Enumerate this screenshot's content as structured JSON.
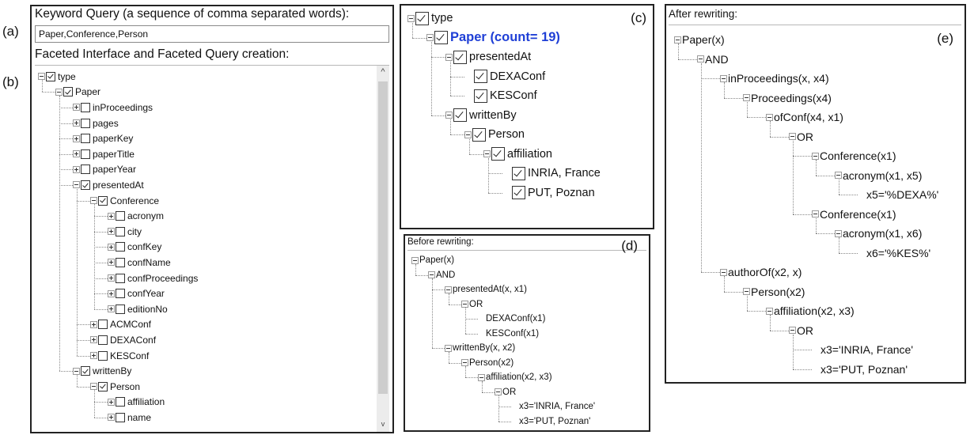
{
  "labels": {
    "a": "(a)",
    "b": "(b)",
    "c": "(c)",
    "d": "(d)",
    "e": "(e)"
  },
  "left_panel": {
    "keyword_title": "Keyword Query (a sequence of comma separated words):",
    "keyword_value": "Paper,Conference,Person",
    "faceted_title": "Faceted Interface and Faceted Query creation:",
    "scroll_up": "^",
    "scroll_down": "v",
    "tree": [
      {
        "label": "type",
        "checked": true,
        "depth": 0,
        "exp": "minus"
      },
      {
        "label": "Paper",
        "checked": true,
        "depth": 1,
        "exp": "minus"
      },
      {
        "label": "inProceedings",
        "checked": false,
        "depth": 2,
        "exp": "plus"
      },
      {
        "label": "pages",
        "checked": false,
        "depth": 2,
        "exp": "plus"
      },
      {
        "label": "paperKey",
        "checked": false,
        "depth": 2,
        "exp": "plus"
      },
      {
        "label": "paperTitle",
        "checked": false,
        "depth": 2,
        "exp": "plus"
      },
      {
        "label": "paperYear",
        "checked": false,
        "depth": 2,
        "exp": "plus"
      },
      {
        "label": "presentedAt",
        "checked": true,
        "depth": 2,
        "exp": "minus"
      },
      {
        "label": "Conference",
        "checked": true,
        "depth": 3,
        "exp": "minus"
      },
      {
        "label": "acronym",
        "checked": false,
        "depth": 4,
        "exp": "plus"
      },
      {
        "label": "city",
        "checked": false,
        "depth": 4,
        "exp": "plus"
      },
      {
        "label": "confKey",
        "checked": false,
        "depth": 4,
        "exp": "plus"
      },
      {
        "label": "confName",
        "checked": false,
        "depth": 4,
        "exp": "plus"
      },
      {
        "label": "confProceedings",
        "checked": false,
        "depth": 4,
        "exp": "plus"
      },
      {
        "label": "confYear",
        "checked": false,
        "depth": 4,
        "exp": "plus"
      },
      {
        "label": "editionNo",
        "checked": false,
        "depth": 4,
        "exp": "plus"
      },
      {
        "label": "ACMConf",
        "checked": false,
        "depth": 3,
        "exp": "plus"
      },
      {
        "label": "DEXAConf",
        "checked": false,
        "depth": 3,
        "exp": "plus"
      },
      {
        "label": "KESConf",
        "checked": false,
        "depth": 3,
        "exp": "plus"
      },
      {
        "label": "writtenBy",
        "checked": true,
        "depth": 2,
        "exp": "minus"
      },
      {
        "label": "Person",
        "checked": true,
        "depth": 3,
        "exp": "minus"
      },
      {
        "label": "affiliation",
        "checked": false,
        "depth": 4,
        "exp": "plus"
      },
      {
        "label": "name",
        "checked": false,
        "depth": 4,
        "exp": "plus"
      }
    ]
  },
  "panel_c": {
    "tree": [
      {
        "label": "type",
        "checked": true,
        "depth": 0,
        "exp": "minus"
      },
      {
        "label": "Paper (count= 19)",
        "checked": true,
        "depth": 1,
        "exp": "minus",
        "accent": true
      },
      {
        "label": "presentedAt",
        "checked": true,
        "depth": 2,
        "exp": "minus"
      },
      {
        "label": "DEXAConf",
        "checked": true,
        "depth": 3,
        "exp": "none"
      },
      {
        "label": "KESConf",
        "checked": true,
        "depth": 3,
        "exp": "none"
      },
      {
        "label": "writtenBy",
        "checked": true,
        "depth": 2,
        "exp": "minus"
      },
      {
        "label": "Person",
        "checked": true,
        "depth": 3,
        "exp": "minus"
      },
      {
        "label": "affiliation",
        "checked": true,
        "depth": 4,
        "exp": "minus"
      },
      {
        "label": "INRIA, France",
        "checked": true,
        "depth": 5,
        "exp": "none"
      },
      {
        "label": "PUT, Poznan",
        "checked": true,
        "depth": 5,
        "exp": "none"
      }
    ]
  },
  "panel_d": {
    "title": "Before rewriting:",
    "tree": [
      {
        "label": "Paper(x)",
        "depth": 0,
        "exp": "minus"
      },
      {
        "label": "AND",
        "depth": 1,
        "exp": "minus"
      },
      {
        "label": "presentedAt(x, x1)",
        "depth": 2,
        "exp": "minus"
      },
      {
        "label": "OR",
        "depth": 3,
        "exp": "minus"
      },
      {
        "label": "DEXAConf(x1)",
        "depth": 4,
        "exp": "none"
      },
      {
        "label": "KESConf(x1)",
        "depth": 4,
        "exp": "none"
      },
      {
        "label": "writtenBy(x, x2)",
        "depth": 2,
        "exp": "minus"
      },
      {
        "label": "Person(x2)",
        "depth": 3,
        "exp": "minus"
      },
      {
        "label": "affiliation(x2, x3)",
        "depth": 4,
        "exp": "minus"
      },
      {
        "label": "OR",
        "depth": 5,
        "exp": "minus"
      },
      {
        "label": "x3='INRIA, France'",
        "depth": 6,
        "exp": "none"
      },
      {
        "label": "x3='PUT, Poznan'",
        "depth": 6,
        "exp": "none"
      }
    ]
  },
  "panel_e": {
    "title": "After rewriting:",
    "tree": [
      {
        "label": "Paper(x)",
        "depth": 0,
        "exp": "minus"
      },
      {
        "label": "AND",
        "depth": 1,
        "exp": "minus"
      },
      {
        "label": "inProceedings(x, x4)",
        "depth": 2,
        "exp": "minus"
      },
      {
        "label": "Proceedings(x4)",
        "depth": 3,
        "exp": "minus"
      },
      {
        "label": "ofConf(x4, x1)",
        "depth": 4,
        "exp": "minus"
      },
      {
        "label": "OR",
        "depth": 5,
        "exp": "minus"
      },
      {
        "label": "Conference(x1)",
        "depth": 6,
        "exp": "minus"
      },
      {
        "label": "acronym(x1, x5)",
        "depth": 7,
        "exp": "minus"
      },
      {
        "label": "x5='%DEXA%'",
        "depth": 8,
        "exp": "none"
      },
      {
        "label": "Conference(x1)",
        "depth": 6,
        "exp": "minus"
      },
      {
        "label": "acronym(x1, x6)",
        "depth": 7,
        "exp": "minus"
      },
      {
        "label": "x6='%KES%'",
        "depth": 8,
        "exp": "none"
      },
      {
        "label": "authorOf(x2, x)",
        "depth": 2,
        "exp": "minus"
      },
      {
        "label": "Person(x2)",
        "depth": 3,
        "exp": "minus"
      },
      {
        "label": "affiliation(x2, x3)",
        "depth": 4,
        "exp": "minus"
      },
      {
        "label": "OR",
        "depth": 5,
        "exp": "minus"
      },
      {
        "label": "x3='INRIA, France'",
        "depth": 6,
        "exp": "none"
      },
      {
        "label": "x3='PUT, Poznan'",
        "depth": 6,
        "exp": "none"
      }
    ]
  },
  "colors": {
    "accent": "#1f3fd6",
    "border": "#222222"
  }
}
